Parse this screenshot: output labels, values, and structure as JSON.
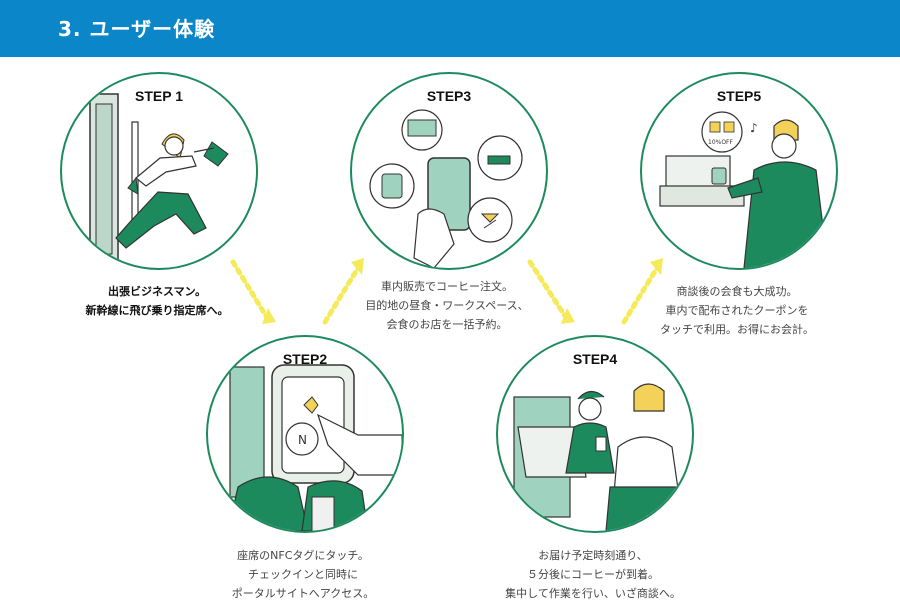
{
  "header": {
    "title": "3.  ユーザー体験"
  },
  "steps": [
    {
      "label": "STEP 1",
      "caption": [
        "出張ビジネスマン。",
        "新幹線に飛び乗り指定席へ。"
      ]
    },
    {
      "label": "STEP2",
      "caption": [
        "座席のNFCタグにタッチ。",
        "チェックインと同時に",
        "ポータルサイトへアクセス。"
      ]
    },
    {
      "label": "STEP3",
      "caption": [
        "車内販売でコーヒー注文。",
        "目的地の昼食・ワークスペース、",
        "会食のお店を一括予約。"
      ]
    },
    {
      "label": "STEP4",
      "caption": [
        "お届け予定時刻通り、",
        "５分後にコーヒーが到着。",
        "集中して作業を行い、いざ商談へ。"
      ]
    },
    {
      "label": "STEP5",
      "caption": [
        "商談後の会食も大成功。",
        "車内で配布されたクーポンを",
        "タッチで利用。お得にお会計。"
      ]
    }
  ],
  "coupon_text": "10%OFF",
  "colors": {
    "header": "#0b86c8",
    "green": "#1d8a5e",
    "mint": "#9fd3bf",
    "arrow": "#f4ea5a"
  }
}
